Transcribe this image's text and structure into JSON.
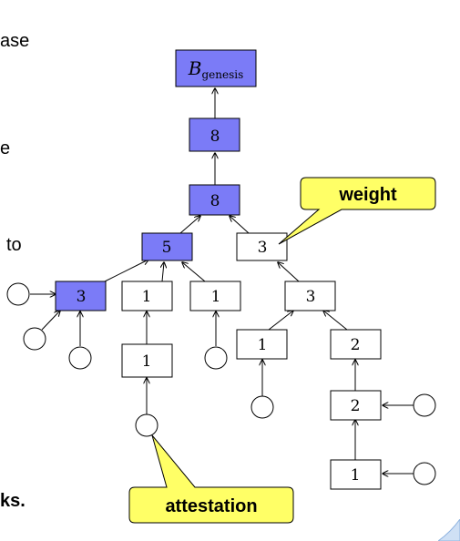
{
  "slide_text_fragments": {
    "line1": "ase",
    "line2": "e",
    "line3": "to",
    "line4": "ks."
  },
  "diagram": {
    "genesis": {
      "label": "B",
      "subscript": "genesis"
    },
    "blocks": {
      "b8_top": "8",
      "b8_mid": "8",
      "b5": "5",
      "b3_right": "3",
      "b3_left": "3",
      "b1_a": "1",
      "b1_b": "1",
      "b3_right2": "3",
      "b1_c": "1",
      "b2_top": "2",
      "b1_d": "1",
      "b2_bottom": "2",
      "b1_bottom": "1"
    },
    "callouts": {
      "weight": "weight",
      "attestation": "attestation"
    },
    "colors": {
      "chain_fill": "#7B7BF7",
      "plain_fill": "#ffffff",
      "callout_fill": "#FFFF66",
      "line": "#000000"
    }
  }
}
